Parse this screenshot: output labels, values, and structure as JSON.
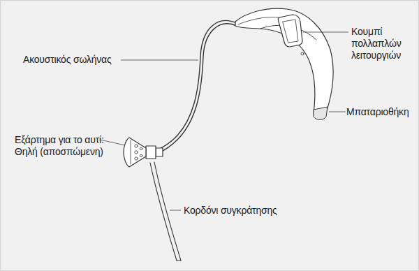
{
  "diagram": {
    "labels": [
      "Ακουστικός σωλήνας",
      "Κουμπί πολλαπλών λειτουργιών",
      "Μπαταριοθήκη",
      "Εξάρτημα για το αυτί: Θηλή (αποσπώμενη)",
      "Κορδόνι συγκράτησης"
    ]
  }
}
